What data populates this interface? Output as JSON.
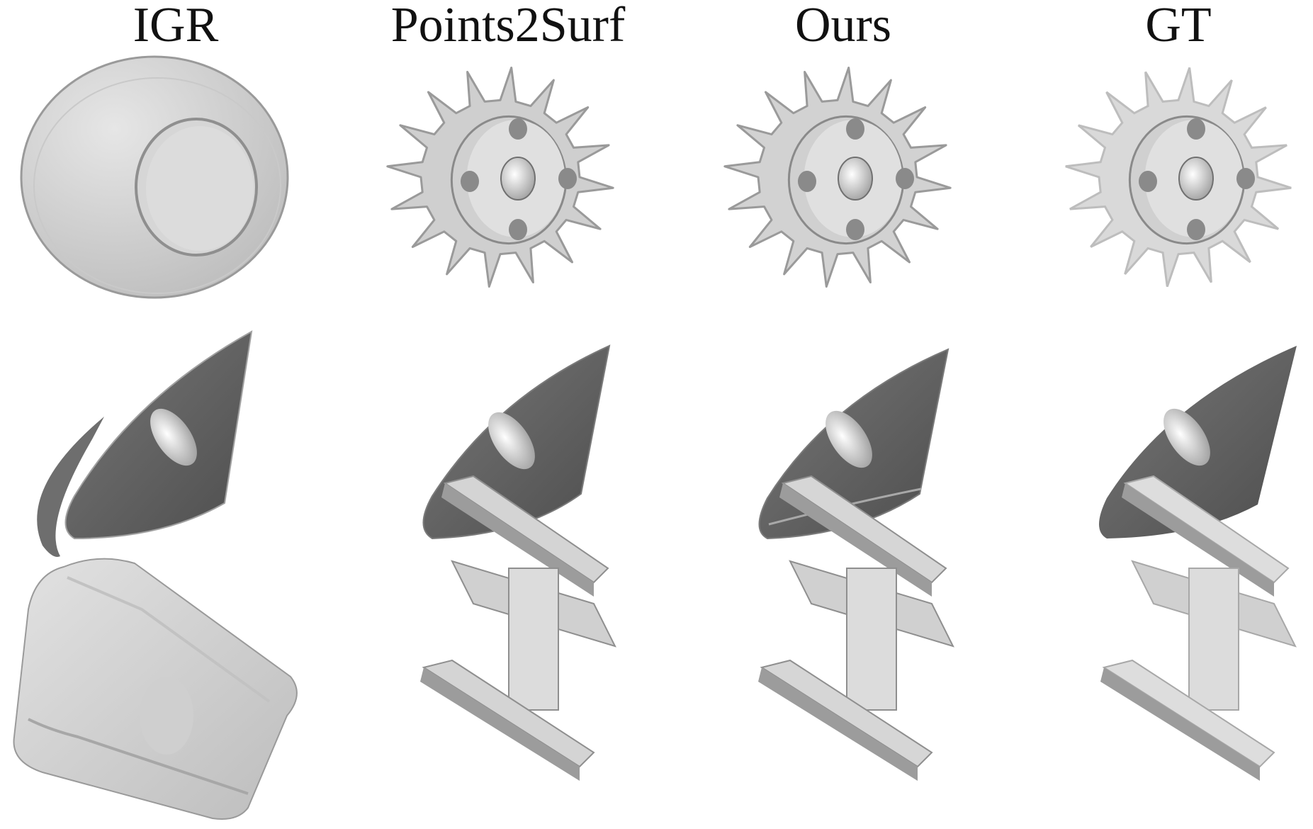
{
  "figure": {
    "columns": [
      {
        "key": "igr",
        "label": "IGR"
      },
      {
        "key": "points2surf",
        "label": "Points2Surf"
      },
      {
        "key": "ours",
        "label": "Ours"
      },
      {
        "key": "gt",
        "label": "GT"
      }
    ],
    "rows": [
      "gear",
      "cone",
      "bracket"
    ],
    "colors": {
      "background": "#ffffff",
      "surface_light": "#d8d8d8",
      "surface_mid": "#b9b9b9",
      "surface_dark": "#5e5e5e",
      "outline": "#8a8a8a"
    }
  }
}
